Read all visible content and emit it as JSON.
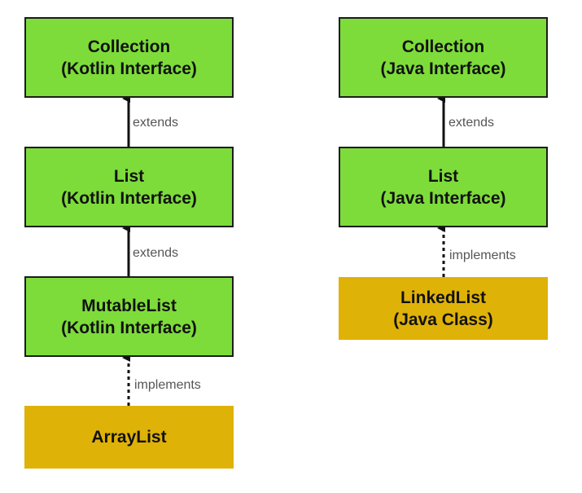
{
  "left": {
    "collection": {
      "line1": "Collection",
      "line2": "(Kotlin Interface)"
    },
    "list": {
      "line1": "List",
      "line2": "(Kotlin Interface)"
    },
    "mutable_list": {
      "line1": "MutableList",
      "line2": "(Kotlin Interface)"
    },
    "array_list": {
      "line1": "ArrayList"
    },
    "edge1_label": "extends",
    "edge2_label": "extends",
    "edge3_label": "implements"
  },
  "right": {
    "collection": {
      "line1": "Collection",
      "line2": "(Java Interface)"
    },
    "list": {
      "line1": "List",
      "line2": "(Java Interface)"
    },
    "linked_list": {
      "line1": "LinkedList",
      "line2": "(Java Class)"
    },
    "edge1_label": "extends",
    "edge2_label": "implements"
  },
  "colors": {
    "interface_fill": "#7ddc3a",
    "class_fill": "#dfb208",
    "edge": "#111111",
    "label": "#555555"
  }
}
